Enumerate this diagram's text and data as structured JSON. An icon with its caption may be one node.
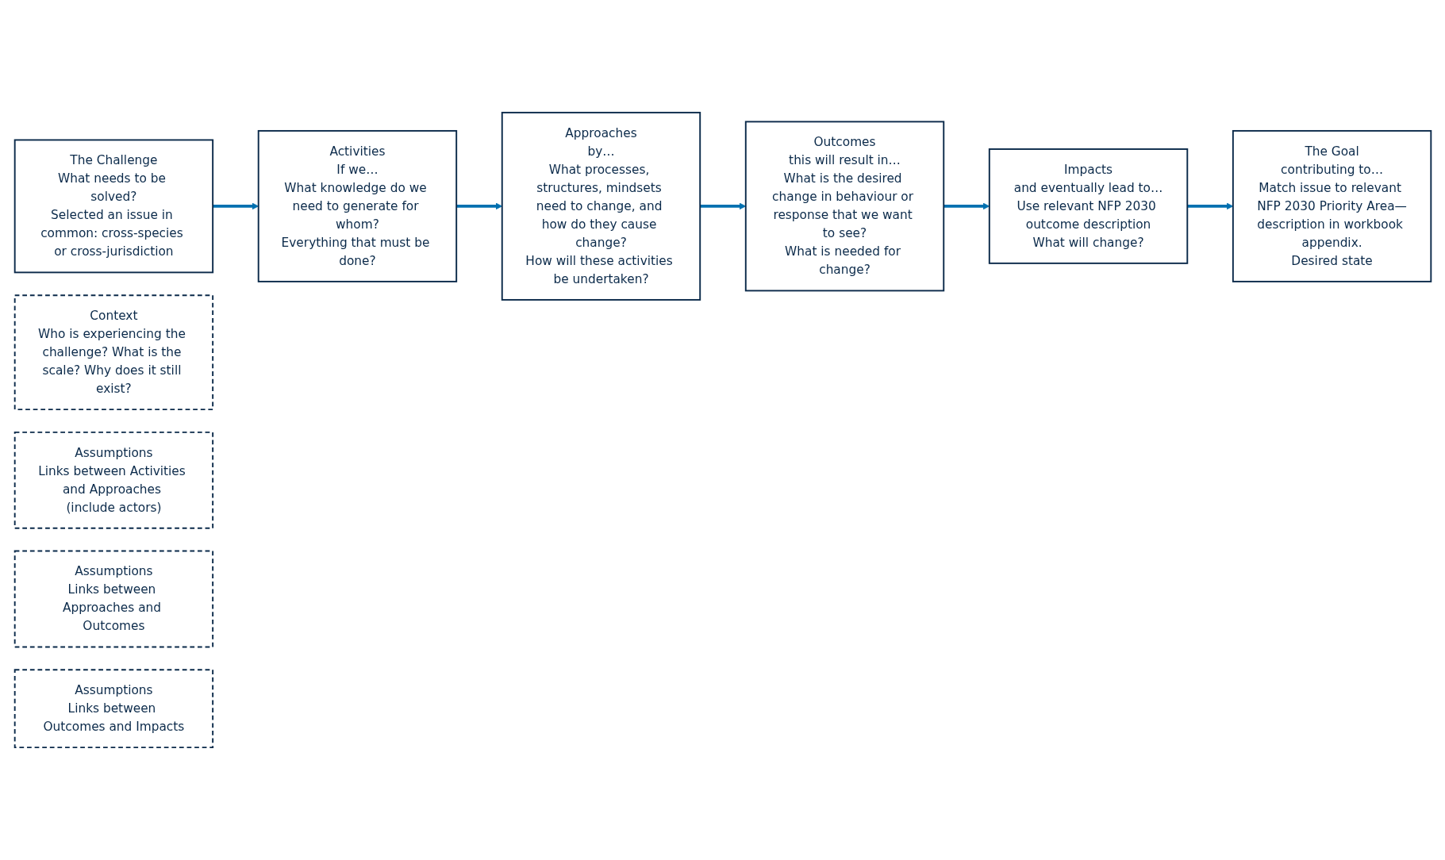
{
  "diagram": {
    "nodes": [
      {
        "text": [
          "The Challenge",
          "What needs to be solved?",
          "Selected an issue in common: cross-species or cross-jurisdiction"
        ]
      },
      {
        "text": [
          "Activities",
          "If we…",
          "What knowledge do we need to generate for whom?",
          "Everything that must be done?"
        ]
      },
      {
        "text": [
          "Approaches",
          "by…",
          "What processes, structures, mindsets need to change, and how do they cause change?",
          "How will these activities be undertaken?"
        ]
      },
      {
        "text": [
          "Outcomes",
          "this will result in…",
          "What is the desired change in behaviour or response that we want to see?",
          "What is needed for change?"
        ]
      },
      {
        "text": [
          "Impacts",
          "and eventually lead to…",
          "Use relevant NFP 2030 outcome description",
          "What will change?"
        ]
      },
      {
        "text": [
          "The Goal",
          "contributing to…",
          "Match issue to relevant NFP 2030 Priority Area—description in workbook appendix.",
          "Desired state"
        ]
      },
      {
        "text": [
          "Context",
          "Who is experiencing the challenge? What is the scale? Why does it still exist?"
        ]
      },
      {
        "text": [
          "Assumptions",
          "Links between Activities and Approaches (include actors)"
        ]
      },
      {
        "text": [
          "Assumptions",
          "Links between Approaches and Outcomes"
        ]
      },
      {
        "text": [
          "Assumptions",
          "Links between Outcomes and Impacts"
        ]
      }
    ],
    "edges": [
      {
        "from": 0,
        "to": 1,
        "arrow": "to"
      },
      {
        "from": 1,
        "to": 2,
        "arrow": "to"
      },
      {
        "from": 2,
        "to": 3,
        "arrow": "to"
      },
      {
        "from": 3,
        "to": 4,
        "arrow": "to"
      },
      {
        "from": 4,
        "to": 5,
        "arrow": "to"
      }
    ]
  }
}
